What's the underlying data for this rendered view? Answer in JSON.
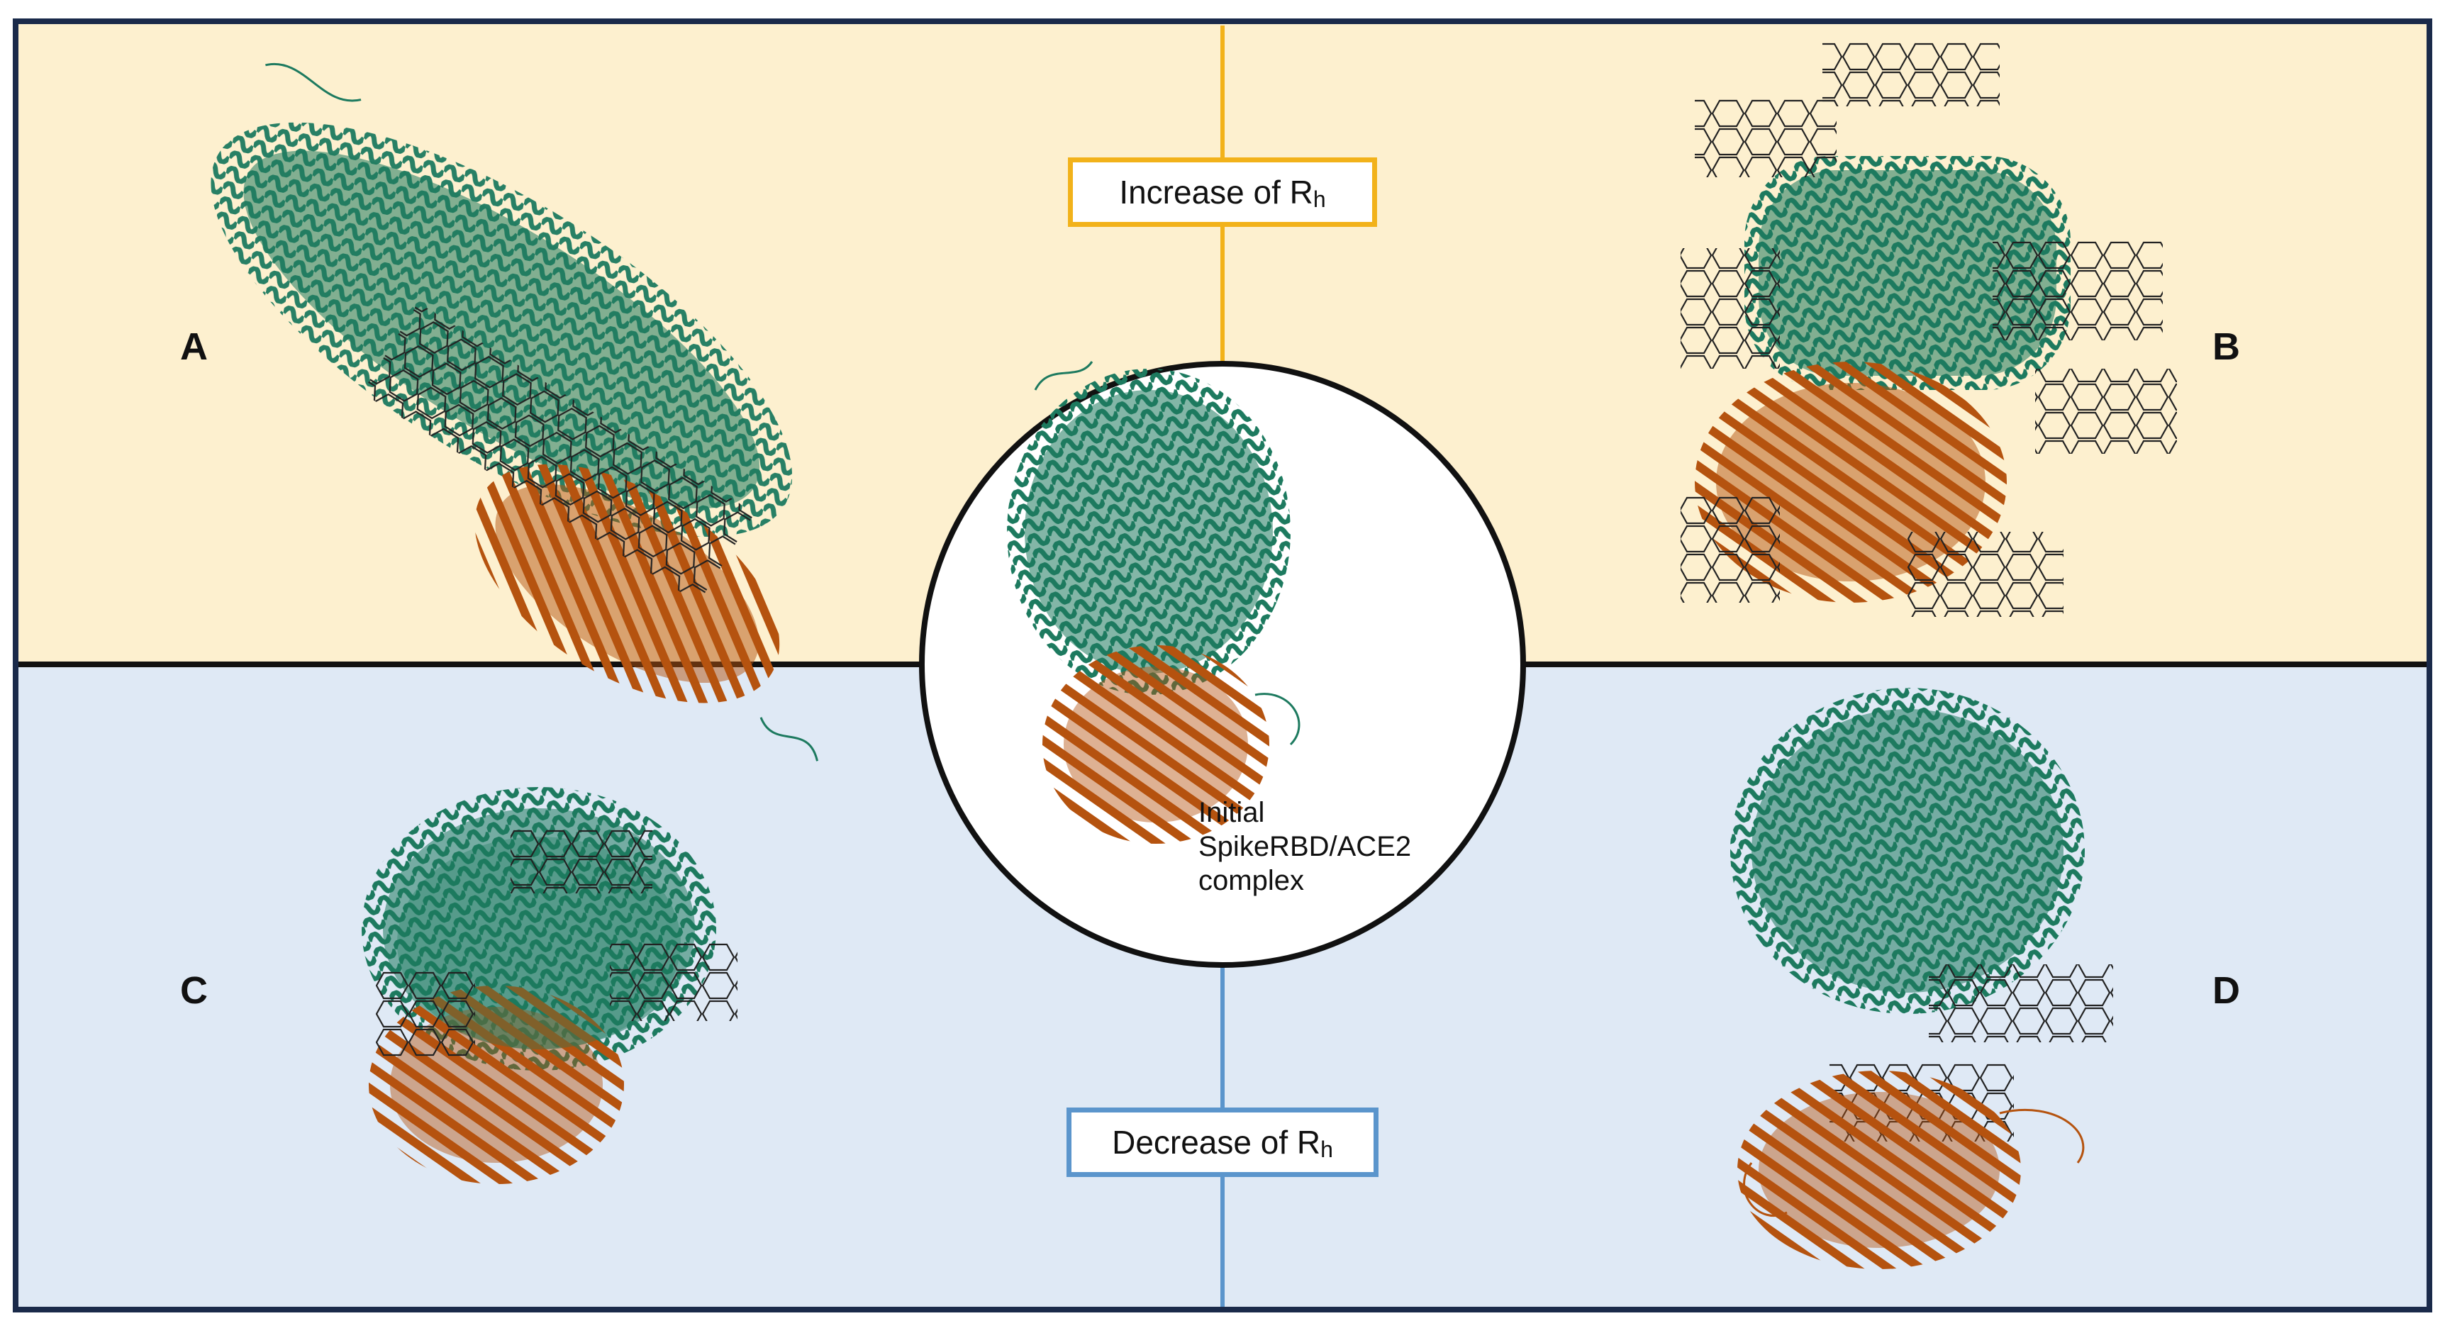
{
  "colors": {
    "top_background": "#fdf0cf",
    "bottom_background": "#dfe9f5",
    "frame": "#1a2a4a",
    "increase_accent": "#f2b21a",
    "decrease_accent": "#5b95cc",
    "ace2_protein": "#1d7a5f",
    "spike_rbd_protein": "#b5530f",
    "ligand": "#222222"
  },
  "panels": {
    "a": {
      "letter": "A"
    },
    "b": {
      "letter": "B"
    },
    "c": {
      "letter": "C"
    },
    "d": {
      "letter": "D"
    }
  },
  "increase_label": {
    "text": "Increase of R",
    "subscript": "h"
  },
  "decrease_label": {
    "text": "Decrease of R",
    "subscript": "h"
  },
  "center": {
    "line1": "Initial",
    "line2": "SpikeRBD/ACE2",
    "line3": "complex"
  },
  "icons": [
    "protein-complex-icon",
    "ligand-structure-icon"
  ]
}
